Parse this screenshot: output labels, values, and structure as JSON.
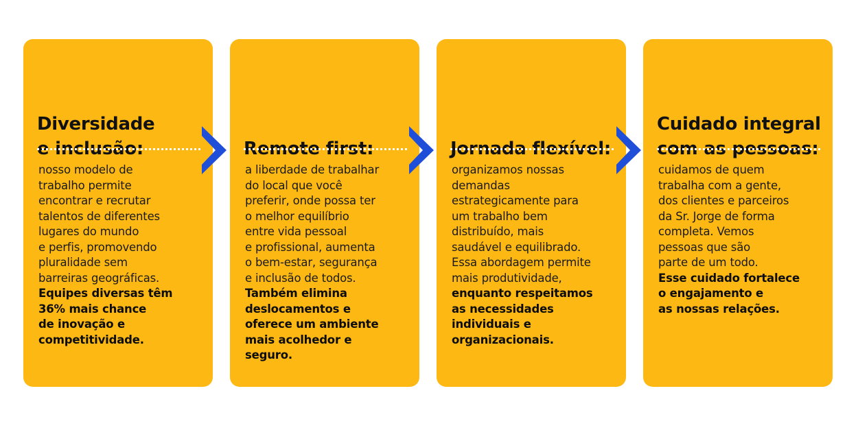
{
  "colors": {
    "card_background": "#FDB813",
    "arrow": "#1F4FD8",
    "dots": "#FFFFFF",
    "text": "#111111"
  },
  "cards": [
    {
      "title_lines": [
        "Diversidade",
        "e inclusão:"
      ],
      "body_lines": [
        "nosso modelo de",
        "trabalho permite",
        "encontrar e recrutar",
        "talentos de diferentes",
        "lugares do mundo",
        "e perfis, promovendo",
        "pluralidade sem",
        "barreiras geográficas."
      ],
      "bold_lines": [
        "Equipes diversas têm",
        "36% mais chance",
        "de inovação e",
        "competitividade."
      ]
    },
    {
      "title_lines": [
        "Remote first:"
      ],
      "body_lines": [
        "a liberdade de trabalhar",
        "do local que você",
        "preferir, onde possa ter",
        "o melhor equilíbrio",
        "entre vida pessoal",
        "e profissional, aumenta",
        "o bem-estar, segurança",
        "e inclusão de todos."
      ],
      "bold_lines": [
        "Também elimina",
        "deslocamentos e",
        "oferece um ambiente",
        "mais acolhedor e",
        "seguro."
      ]
    },
    {
      "title_lines": [
        "Jornada flexível:"
      ],
      "body_lines": [
        "organizamos nossas",
        "demandas",
        "estrategicamente para",
        "um trabalho bem",
        "distribuído, mais",
        "saudável e equilibrado.",
        "Essa abordagem permite",
        "mais produtividade,"
      ],
      "bold_lines": [
        "enquanto respeitamos",
        "as necessidades",
        "individuais e",
        "organizacionais."
      ]
    },
    {
      "title_lines": [
        "Cuidado integral",
        "com as pessoas:"
      ],
      "body_lines": [
        "cuidamos de quem",
        "trabalha com a gente,",
        "dos clientes e parceiros",
        "da Sr. Jorge de forma",
        "completa. Vemos",
        "pessoas que são",
        "parte de um todo."
      ],
      "bold_lines": [
        "Esse cuidado fortalece",
        "o engajamento e",
        "as nossas relações."
      ]
    }
  ],
  "arrows": [
    {
      "icon": "chevron-right-icon"
    },
    {
      "icon": "chevron-right-icon"
    },
    {
      "icon": "chevron-right-icon"
    }
  ]
}
